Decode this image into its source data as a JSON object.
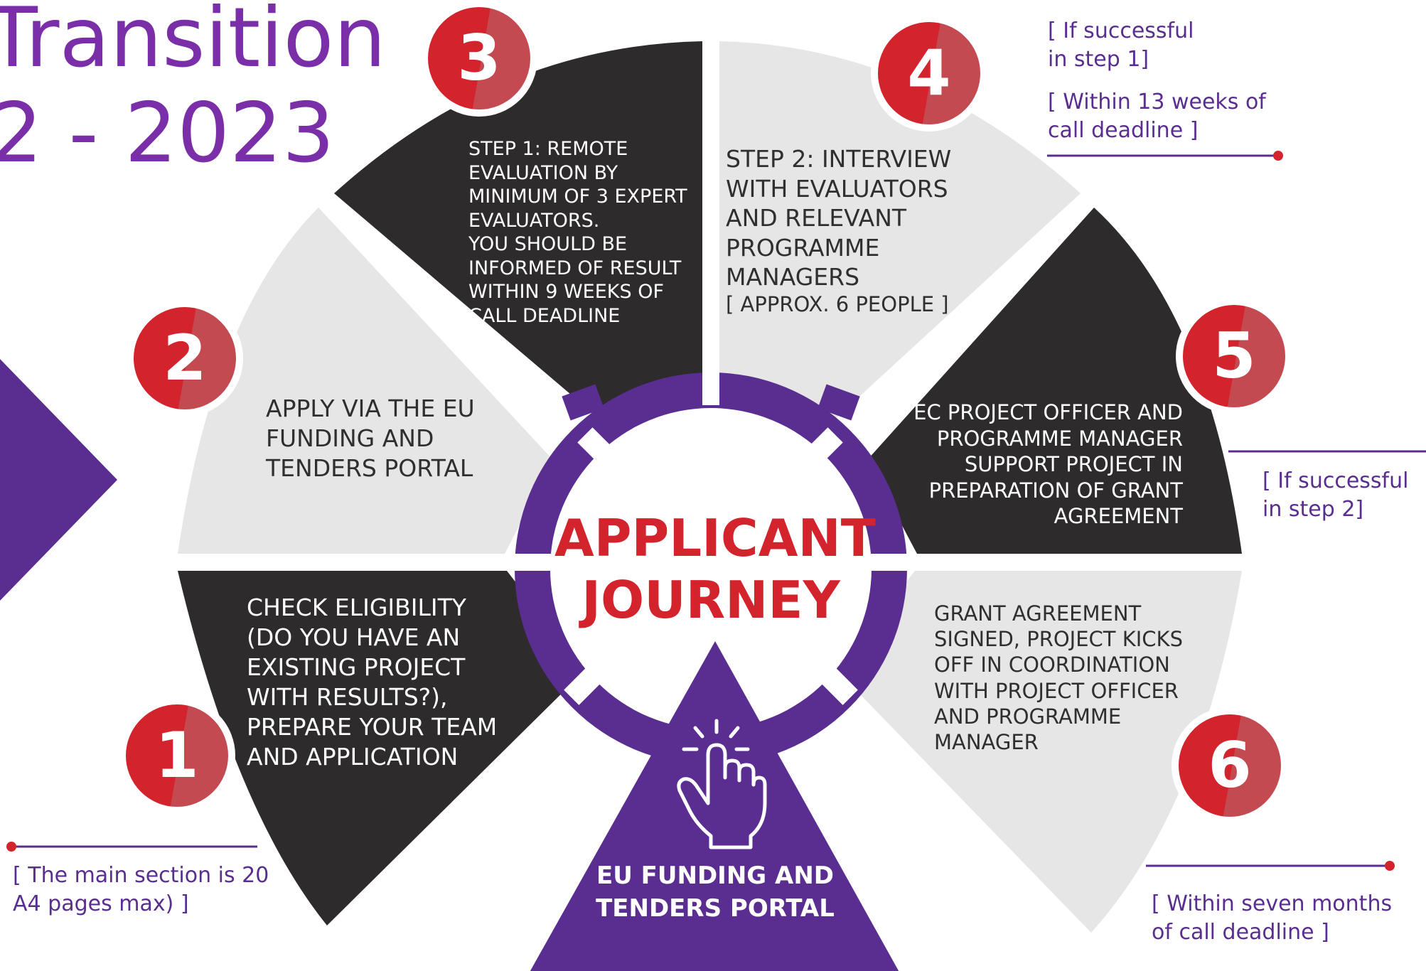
{
  "title": {
    "line1": "Transition",
    "line2": "2 - 2023"
  },
  "center": {
    "line1": "APPLICANT",
    "line2": "JOURNEY"
  },
  "portal": {
    "line1": "EU FUNDING AND",
    "line2": "TENDERS PORTAL"
  },
  "steps": [
    {
      "number": "1",
      "lines": [
        "CHECK ELIGIBILITY",
        "(DO YOU HAVE AN",
        "EXISTING PROJECT",
        "WITH RESULTS?),",
        "PREPARE YOUR TEAM",
        "AND APPLICATION"
      ]
    },
    {
      "number": "2",
      "lines": [
        "APPLY VIA THE EU",
        "FUNDING AND",
        "TENDERS PORTAL"
      ]
    },
    {
      "number": "3",
      "lines": [
        "STEP 1: REMOTE",
        "EVALUATION BY",
        "MINIMUM OF 3 EXPERT",
        "EVALUATORS.",
        "YOU SHOULD BE",
        "INFORMED OF RESULT",
        "WITHIN 9 WEEKS OF",
        "CALL DEADLINE"
      ]
    },
    {
      "number": "4",
      "lines": [
        "STEP 2: INTERVIEW",
        "WITH EVALUATORS",
        "AND RELEVANT",
        "PROGRAMME",
        "MANAGERS",
        "[ APPROX. 6 PEOPLE ]"
      ]
    },
    {
      "number": "5",
      "lines": [
        "EC PROJECT OFFICER AND",
        "PROGRAMME MANAGER",
        "SUPPORT PROJECT IN",
        "PREPARATION OF GRANT",
        "AGREEMENT"
      ]
    },
    {
      "number": "6",
      "lines": [
        "GRANT AGREEMENT",
        "SIGNED, PROJECT KICKS",
        "OFF IN COORDINATION",
        "WITH PROJECT OFFICER",
        "AND PROGRAMME",
        "MANAGER"
      ]
    }
  ],
  "notes": {
    "step1": [
      "[ The main section is 20",
      "A4 pages max) ]"
    ],
    "step4a": [
      "[ If successful",
      "in step 1]"
    ],
    "step4b": [
      "[ Within 13 weeks of",
      "call deadline ]"
    ],
    "step5": [
      "[ If successful",
      "in step 2]"
    ],
    "step6": [
      "[ Within seven months",
      "of call deadline ]"
    ]
  },
  "colors": {
    "purple": "#5a2d91",
    "title_purple": "#7a2fa8",
    "red": "#d3242e",
    "dark_segment": "#2d2b2c",
    "light_segment": "#e6e6e6"
  },
  "icons": {
    "portal": "hand-pointer-click-icon"
  }
}
